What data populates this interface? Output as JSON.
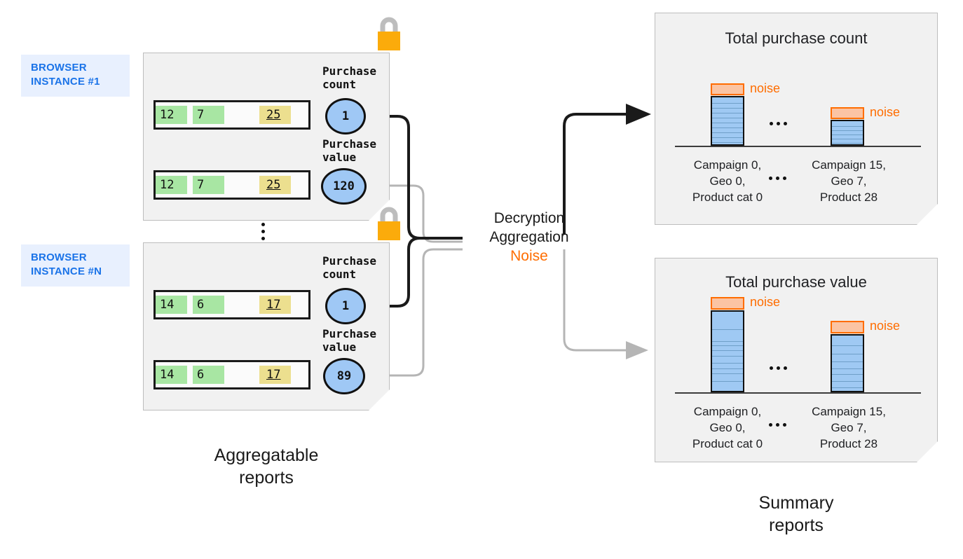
{
  "instances": [
    {
      "chip_label": "BROWSER\nINSTANCE #1",
      "lock_icon": "lock-icon",
      "rows": [
        {
          "metric_label": "Purchase\ncount",
          "cells": [
            "12",
            "7",
            "25"
          ],
          "bubble_value": "1"
        },
        {
          "metric_label": "Purchase\nvalue",
          "cells": [
            "12",
            "7",
            "25"
          ],
          "bubble_value": "120"
        }
      ]
    },
    {
      "chip_label": "BROWSER\nINSTANCE #N",
      "lock_icon": "lock-icon",
      "rows": [
        {
          "metric_label": "Purchase\ncount",
          "cells": [
            "14",
            "6",
            "17"
          ],
          "bubble_value": "1"
        },
        {
          "metric_label": "Purchase\nvalue",
          "cells": [
            "14",
            "6",
            "17"
          ],
          "bubble_value": "89"
        }
      ]
    }
  ],
  "center": {
    "line1": "Decryption",
    "line2": "Aggregation",
    "line3": "Noise",
    "noise_color": "#ff6d00"
  },
  "captions": {
    "left": "Aggregatable\nreports",
    "right": "Summary\nreports"
  },
  "colors": {
    "brand_blue": "#1a73e8",
    "chip_bg": "#e8f0fe",
    "bar_fill": "#9fc9f3",
    "noise_fill": "#fbc4a3",
    "noise_stroke": "#ff6d00",
    "cell_green": "#a8e6a3",
    "cell_yellow": "#ecdf8f",
    "panel_bg": "#f1f1f1",
    "lock_body": "#fbab0b",
    "lock_shackle": "#bdbdbd"
  },
  "chart_data": [
    {
      "type": "bar",
      "title": "Total purchase count",
      "categories": [
        "Campaign 0,\nGeo 0,\nProduct cat 0",
        "Campaign 15,\nGeo 7,\nProduct 28"
      ],
      "values": [
        10,
        6
      ],
      "noise_values": [
        1,
        1
      ],
      "noise_label": "noise",
      "ellipsis": "...",
      "xlabel": "",
      "ylabel": "",
      "ylim": [
        0,
        12
      ],
      "grid": false,
      "legend": "none",
      "segments": [
        [
          1,
          1,
          1,
          1,
          1,
          1,
          1,
          1,
          1,
          1
        ],
        [
          1,
          1,
          1,
          1,
          1,
          1
        ]
      ]
    },
    {
      "type": "bar",
      "title": "Total purchase value",
      "categories": [
        "Campaign 0,\nGeo 0,\nProduct cat 0",
        "Campaign 15,\nGeo 7,\nProduct 28"
      ],
      "values": [
        12,
        9
      ],
      "noise_values": [
        1,
        1
      ],
      "noise_label": "noise",
      "ellipsis": "...",
      "xlabel": "",
      "ylabel": "",
      "ylim": [
        0,
        14
      ],
      "grid": false,
      "legend": "none",
      "segments": [
        [
          2.2,
          1.6,
          0.5,
          0.9,
          1.1,
          0.6,
          1.0,
          0.7,
          1.3,
          2.1
        ],
        [
          0.6,
          1.4,
          1.1,
          0.8,
          1.3,
          0.9,
          1.2,
          1.7
        ]
      ]
    }
  ]
}
